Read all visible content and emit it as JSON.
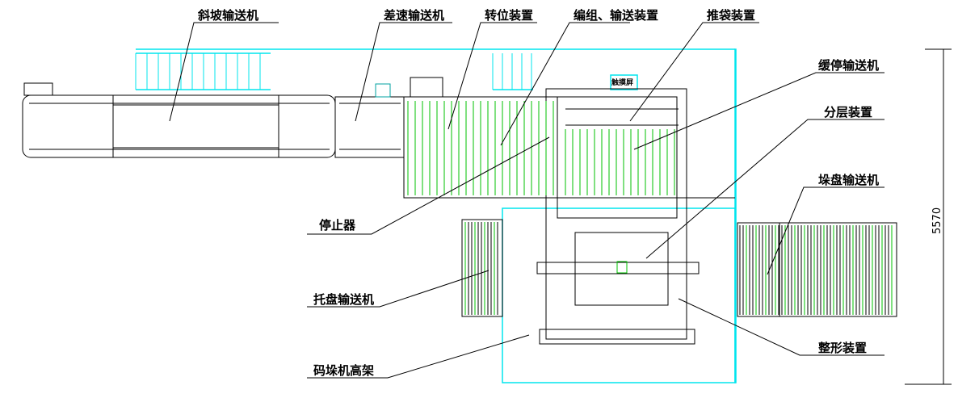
{
  "labels": {
    "slope_conveyor": "斜坡输送机",
    "diff_conveyor": "差速输送机",
    "turning_device": "转位装置",
    "grouping_conveying": "编组、输送装置",
    "bag_pusher": "推袋装置",
    "buffer_conveyor": "缓停输送机",
    "layering_device": "分层装置",
    "stack_pallet_conveyor": "垛盘输送机",
    "stopper": "停止器",
    "pallet_conveyor": "托盘输送机",
    "shaping_device": "整形装置",
    "palletizer_frame": "码垛机高架",
    "touch_screen": "触摸屏"
  },
  "dimension": "5570",
  "colors": {
    "cyan": "#00e5ee",
    "green": "#00c000",
    "line": "#000000"
  }
}
